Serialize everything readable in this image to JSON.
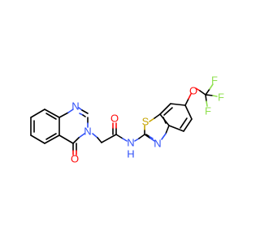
{
  "molecule": {
    "atoms": [
      {
        "id": "N1",
        "label": "N",
        "color": "#3050f8"
      },
      {
        "id": "N3",
        "label": "N",
        "color": "#3050f8"
      },
      {
        "id": "O4",
        "label": "O",
        "color": "#ff0d0d"
      },
      {
        "id": "O_amide",
        "label": "O",
        "color": "#ff0d0d"
      },
      {
        "id": "N_amide",
        "label": "N",
        "color": "#3050f8"
      },
      {
        "id": "H_amide",
        "label": "H",
        "color": "#3050f8"
      },
      {
        "id": "S1",
        "label": "S",
        "color": "#c6a400"
      },
      {
        "id": "N_btz",
        "label": "N",
        "color": "#3050f8"
      },
      {
        "id": "O_ether",
        "label": "O",
        "color": "#ff0d0d"
      },
      {
        "id": "F1",
        "label": "F",
        "color": "#90e050"
      },
      {
        "id": "F2",
        "label": "F",
        "color": "#90e050"
      },
      {
        "id": "F3",
        "label": "F",
        "color": "#90e050"
      }
    ]
  }
}
